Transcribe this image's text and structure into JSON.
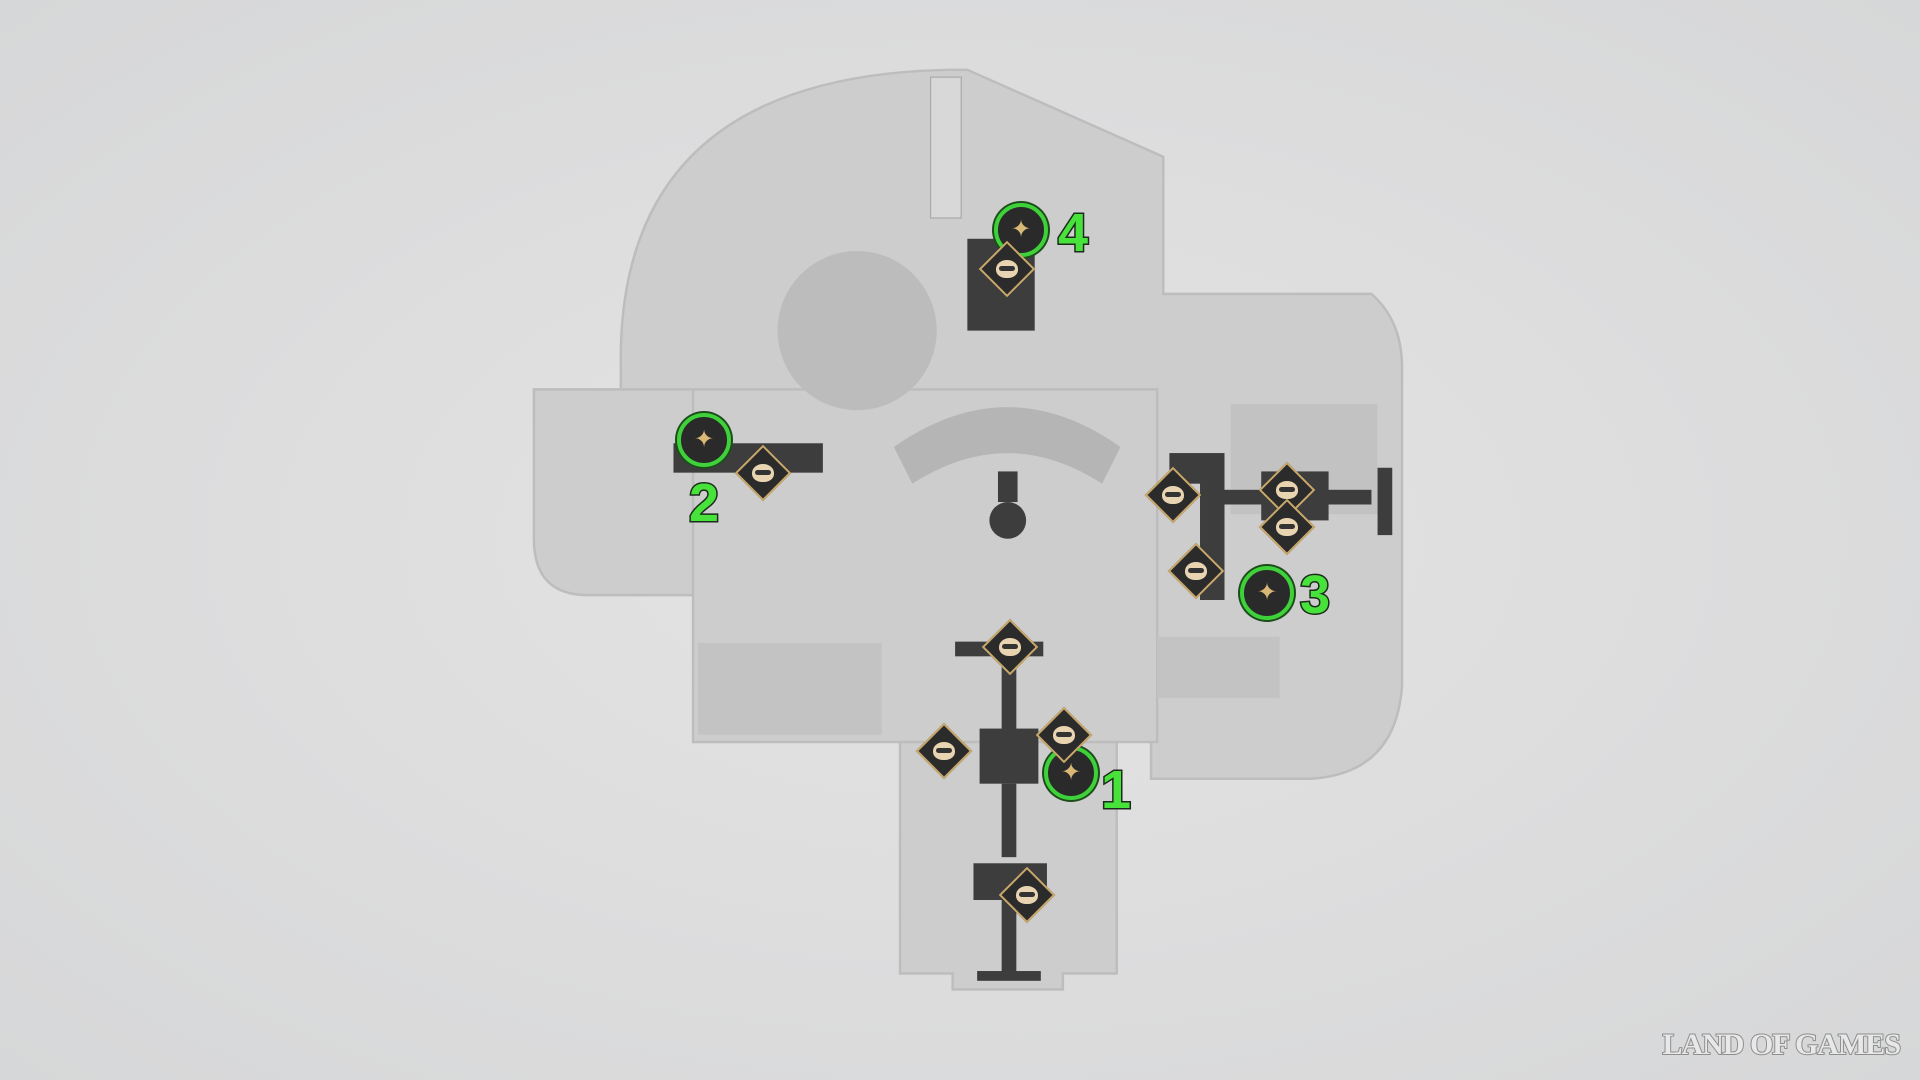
{
  "map": {
    "puzzle_markers": [
      {
        "number": "1",
        "icon": "puzzle-piece-icon"
      },
      {
        "number": "2",
        "icon": "puzzle-piece-icon"
      },
      {
        "number": "3",
        "icon": "puzzle-piece-icon"
      },
      {
        "number": "4",
        "icon": "puzzle-piece-icon"
      }
    ],
    "raccoon_marker_count": 10,
    "accent_color": "#3fd13a"
  },
  "watermark": "LAND OF GAMES"
}
